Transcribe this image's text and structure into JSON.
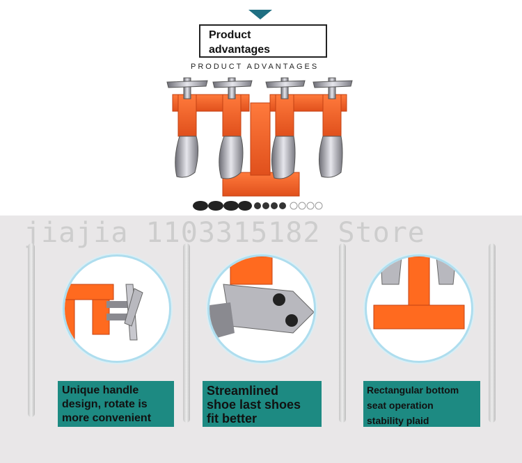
{
  "header": {
    "title": "Product\nadvantages",
    "subtitle": "PRODUCT ADVANTAGES"
  },
  "watermark": "jiajia 1103315182 Store",
  "features": [
    {
      "label": "Unique handle\ndesign, rotate is\nmore convenient"
    },
    {
      "label": "Streamlined\nshoe last shoes\nfit better"
    },
    {
      "label": "Rectangular bottom\nseat operation\nstability plaid"
    }
  ],
  "colors": {
    "accent_orange": "#ee5a24",
    "teal": "#1d8a82",
    "notch": "#1f6f82"
  }
}
